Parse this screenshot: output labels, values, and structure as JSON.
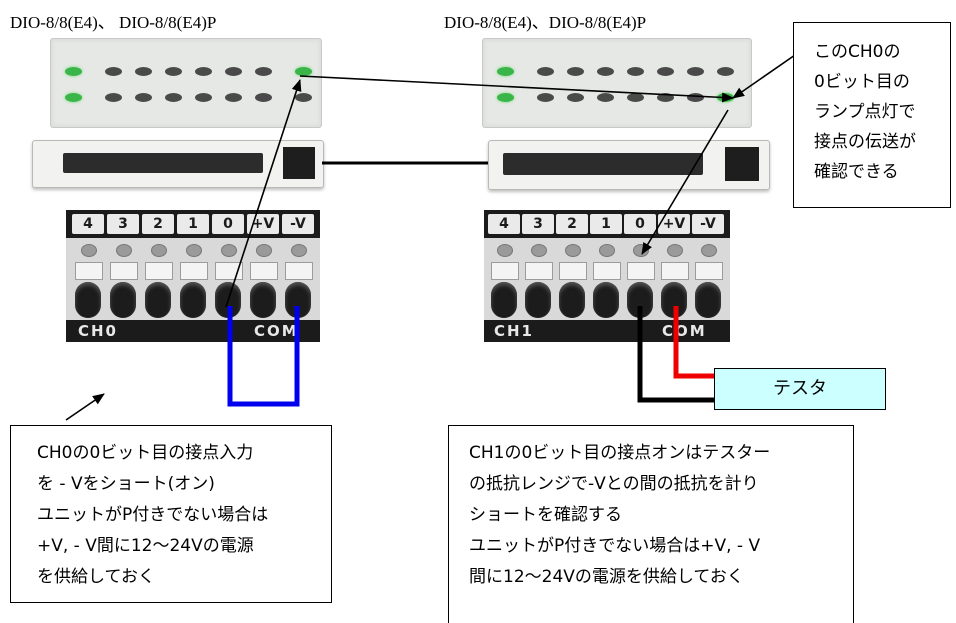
{
  "titles": {
    "left": "DIO-8/8(E4)、 DIO-8/8(E4)P",
    "right": "DIO-8/8(E4)、DIO-8/8(E4)P"
  },
  "terminal_labels": {
    "numbers": [
      "4",
      "3",
      "2",
      "1",
      "0",
      "+V",
      "-V"
    ],
    "left_channel": "CH0",
    "right_channel": "CH1",
    "com": "COM"
  },
  "callout_top_right": {
    "lines": [
      "このCH0の",
      "0ビット目の",
      "ランプ点灯で",
      "接点の伝送が",
      "確認できる"
    ]
  },
  "note_left": {
    "lines": [
      "CH0の0ビット目の接点入力",
      "を - Vをショート(オン)",
      "ユニットがP付きでない場合は",
      "+V, - V間に12～24Vの電源",
      "を供給しておく"
    ]
  },
  "note_right": {
    "lines": [
      "CH1の0ビット目の接点オンはテスター",
      "の抵抗レンジで-Vとの間の抵抗を計り",
      "ショートを確認する",
      "ユニットがP付きでない場合は+V, - V",
      "間に12～24Vの電源を供給しておく"
    ]
  },
  "tester": {
    "label": "テスタ"
  },
  "colors": {
    "jumper": "#0000ee",
    "probe_red": "#ee0000",
    "probe_black": "#000000",
    "led_on": "#3ab54a",
    "tester_fill": "#ccffff"
  }
}
